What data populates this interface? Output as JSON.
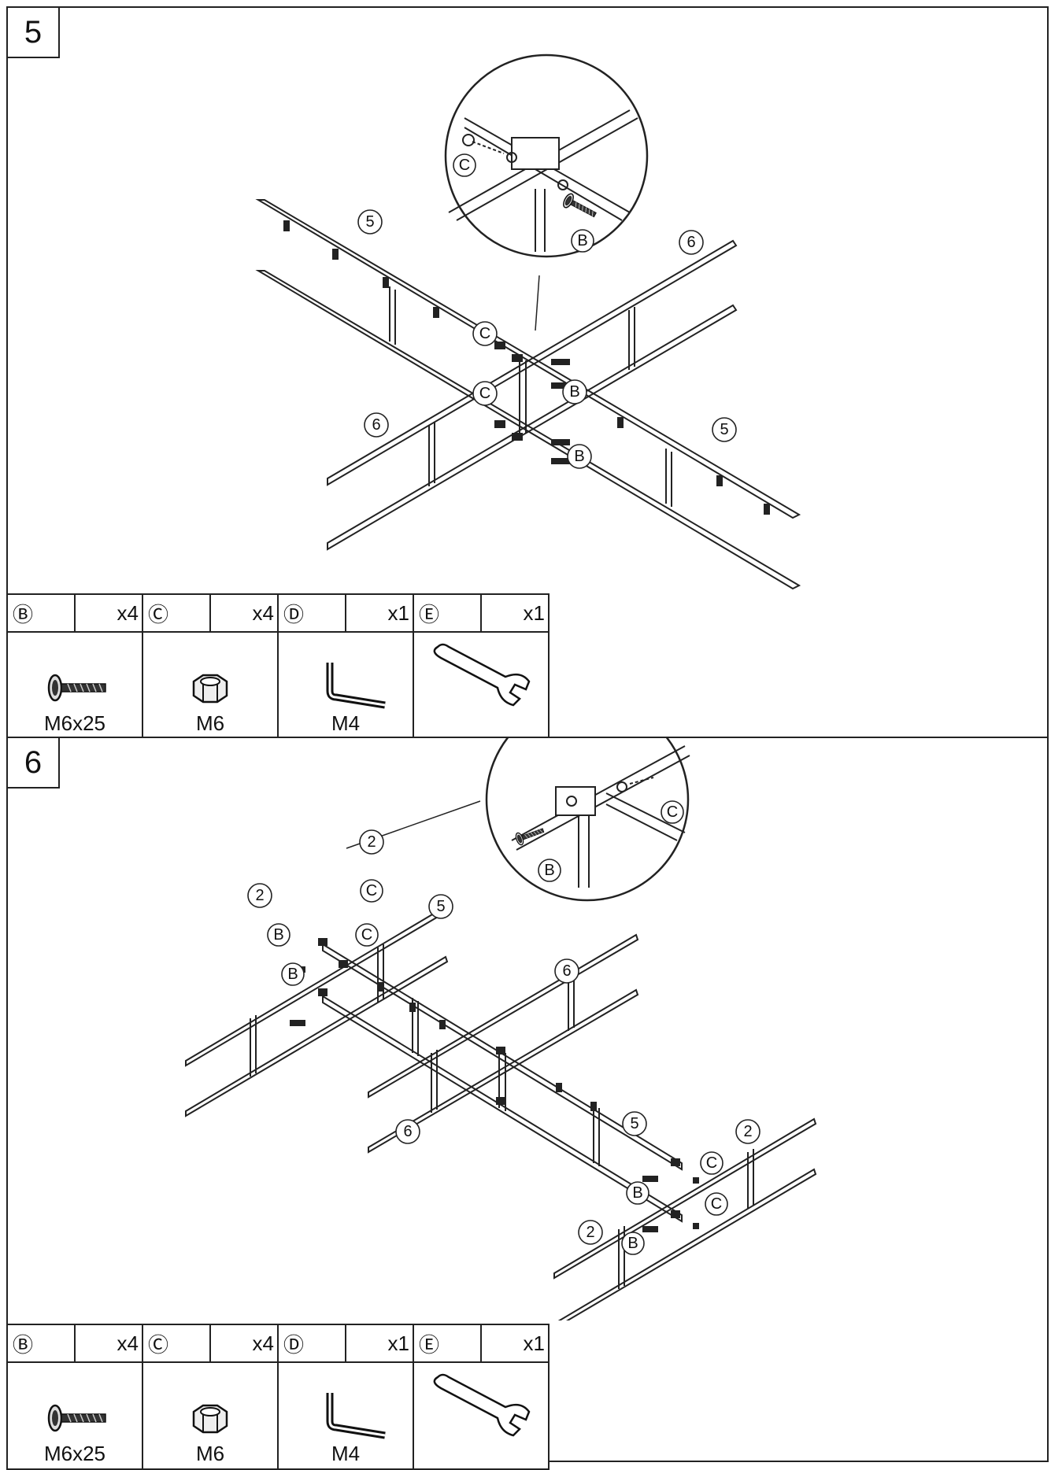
{
  "steps": [
    {
      "number": "5",
      "callouts": {
        "p5a": "5",
        "p5b": "5",
        "p6a": "6",
        "p6b": "6",
        "c1": "C",
        "c2": "C",
        "b1": "B",
        "b2": "B",
        "zc": "C",
        "zb": "B"
      },
      "parts": [
        {
          "letter": "B",
          "qty": "x4",
          "size": "M6x25",
          "icon": "bolt-icon"
        },
        {
          "letter": "C",
          "qty": "x4",
          "size": "M6",
          "icon": "nut-icon"
        },
        {
          "letter": "D",
          "qty": "x1",
          "size": "M4",
          "icon": "allen-key-icon"
        },
        {
          "letter": "E",
          "qty": "x1",
          "size": "",
          "icon": "wrench-icon"
        }
      ]
    },
    {
      "number": "6",
      "callouts": {
        "p2a": "2",
        "p2b": "2",
        "p2c": "2",
        "p2d": "2",
        "p5a": "5",
        "p5b": "5",
        "p6a": "6",
        "p6b": "6",
        "c1": "C",
        "c2": "C",
        "c3": "C",
        "c4": "C",
        "b1": "B",
        "b2": "B",
        "b3": "B",
        "b4": "B",
        "zc": "C",
        "zb": "B"
      },
      "parts": [
        {
          "letter": "B",
          "qty": "x4",
          "size": "M6x25",
          "icon": "bolt-icon"
        },
        {
          "letter": "C",
          "qty": "x4",
          "size": "M6",
          "icon": "nut-icon"
        },
        {
          "letter": "D",
          "qty": "x1",
          "size": "M4",
          "icon": "allen-key-icon"
        },
        {
          "letter": "E",
          "qty": "x1",
          "size": "",
          "icon": "wrench-icon"
        }
      ]
    }
  ]
}
